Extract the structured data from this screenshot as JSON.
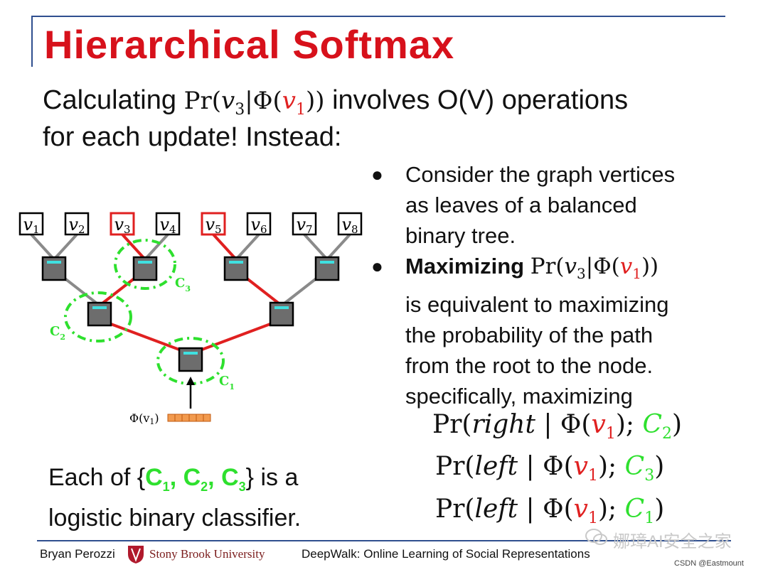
{
  "slide": {
    "title": "Hierarchical Softmax",
    "line1": {
      "prefix": "Calculating ",
      "math_open": "Pr(",
      "math_v3": "v",
      "math_v3_sub": "3",
      "math_bar": "|Φ(",
      "math_v1": "v",
      "math_v1_sub": "1",
      "math_close": "))",
      "suffix": " involves O(V) operations"
    },
    "line2": "for each update! Instead:"
  },
  "bullets": {
    "b1_lines": [
      "Consider the graph vertices",
      "as leaves of a balanced",
      "binary tree."
    ],
    "b2_bold": "Maximizing",
    "b2_lines": [
      "is equivalent to maximizing",
      "the probability of the path",
      "from the root to the node.",
      "specifically, maximizing"
    ]
  },
  "equations": [
    {
      "word": "right",
      "classifier": "C",
      "classifier_sub": "2"
    },
    {
      "word": "left",
      "classifier": "C",
      "classifier_sub": "3"
    },
    {
      "word": "left",
      "classifier": "C",
      "classifier_sub": "1"
    }
  ],
  "tree": {
    "leaves": [
      {
        "label": "v",
        "sub": "1",
        "on_path": false
      },
      {
        "label": "v",
        "sub": "2",
        "on_path": false
      },
      {
        "label": "v",
        "sub": "3",
        "on_path": true
      },
      {
        "label": "v",
        "sub": "4",
        "on_path": false
      },
      {
        "label": "v",
        "sub": "5",
        "on_path": true
      },
      {
        "label": "v",
        "sub": "6",
        "on_path": false
      },
      {
        "label": "v",
        "sub": "7",
        "on_path": false
      },
      {
        "label": "v",
        "sub": "8",
        "on_path": false
      }
    ],
    "classifier_labels": [
      {
        "text": "C",
        "sub": "1"
      },
      {
        "text": "C",
        "sub": "2"
      },
      {
        "text": "C",
        "sub": "3"
      }
    ],
    "input_label": "Φ(v",
    "input_sub": "1",
    "input_close": ")"
  },
  "note": {
    "prefix": "Each of {",
    "items": [
      {
        "c": "C",
        "sub": "1"
      },
      {
        "c": "C",
        "sub": "2"
      },
      {
        "c": "C",
        "sub": "3"
      }
    ],
    "suffix": "} is a",
    "line2": "logistic binary classifier."
  },
  "footer": {
    "author": "Bryan Perozzi",
    "university": "Stony Brook University",
    "course": "DeepWalk: Online Learning of Social Representations",
    "watermark": "娜璋AI安全之家",
    "csdn": "CSDN @Eastmount"
  },
  "colors": {
    "title": "#d7111b",
    "rule": "#2f4f8f",
    "path_red": "#e02020",
    "classifier_green": "#2ee02e",
    "node_gray": "#6d6d6d",
    "input_orange": "#f29a4e"
  }
}
